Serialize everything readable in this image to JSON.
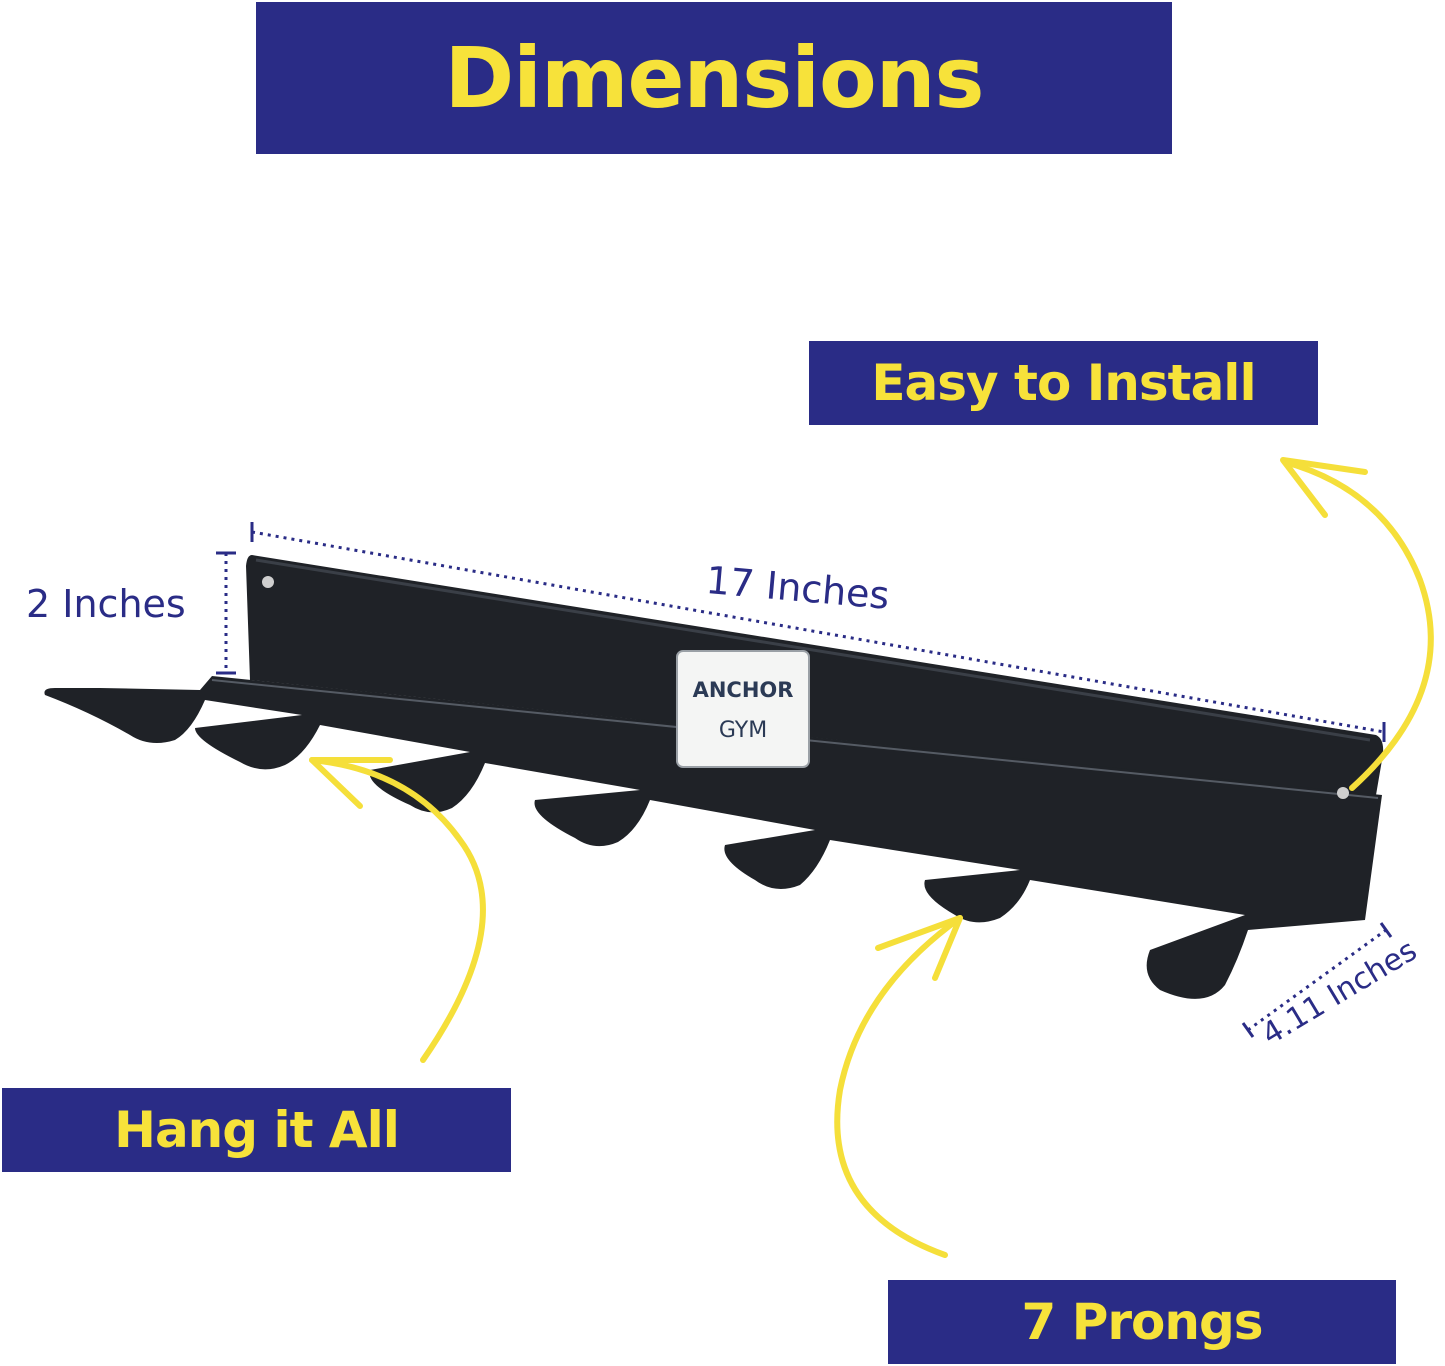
{
  "title": "Dimensions",
  "callouts": {
    "install": "Easy to Install",
    "hang": "Hang it All",
    "prongs": "7 Prongs"
  },
  "dimensions": {
    "height": "2 Inches",
    "length": "17 Inches",
    "depth": "4.11 Inches"
  },
  "logo": {
    "line1": "ANCHOR",
    "line2": "GYM"
  },
  "colors": {
    "banner": "#2a2c86",
    "banner_text": "#f7e23a",
    "arrow": "#f5df3a",
    "dimension": "#2a2c86",
    "rack": "#1f2227"
  }
}
